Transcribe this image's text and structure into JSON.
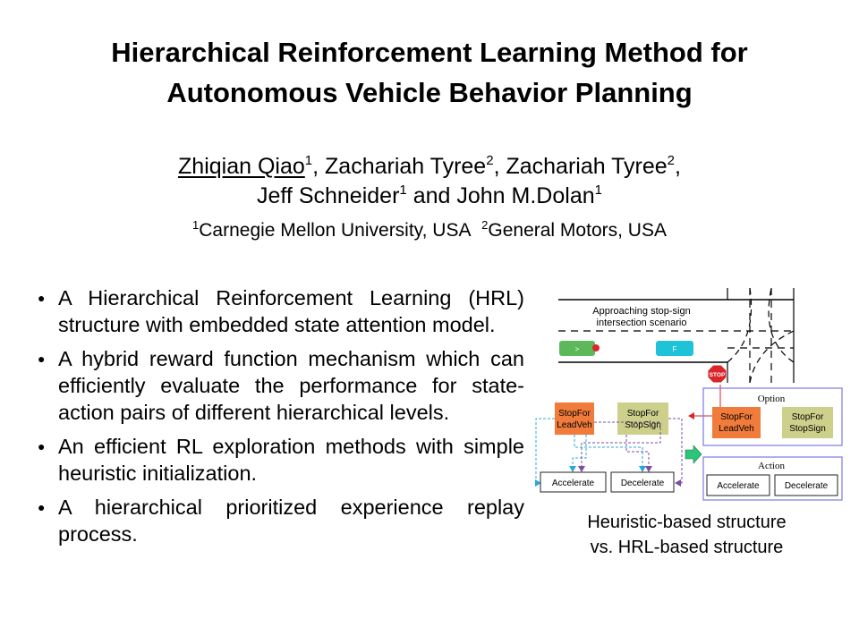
{
  "title": {
    "line1": "Hierarchical Reinforcement Learning Method for",
    "line2": "Autonomous Vehicle Behavior Planning"
  },
  "authors": {
    "a1": "Zhiqian Qiao",
    "a1_sup": "1",
    "a2": "Zachariah Tyree",
    "a2_sup": "2",
    "a3": "Zachariah Tyree",
    "a3_sup": "2",
    "a4": "Jeff Schneider",
    "a4_sup": "1",
    "and": "and",
    "a5": "John M.Dolan",
    "a5_sup": "1"
  },
  "affiliations": {
    "sup1": "1",
    "name1": "Carnegie Mellon University, USA",
    "sup2": "2",
    "name2": "General Motors, USA"
  },
  "bullets": [
    "A Hierarchical Reinforcement Learning (HRL) structure with embedded state attention model.",
    "A hybrid reward function mechanism which can efficiently evaluate the performance for state-action pairs of different hierarchical levels.",
    "An efficient RL exploration methods with simple heuristic initialization.",
    "A hierarchical prioritized experience replay process."
  ],
  "figure": {
    "scenario_line1": "Approaching stop-sign",
    "scenario_line2": "intersection scenario",
    "stop_sign": "STOP",
    "car_label_green": ">",
    "car_label_cyan": "F",
    "heuristic": {
      "opt1_line1": "StopFor",
      "opt1_line2": "LeadVeh",
      "opt2_line1": "StopFor",
      "opt2_line2": "StopSign",
      "act1": "Accelerate",
      "act2": "Decelerate"
    },
    "hrl": {
      "option_label": "Option",
      "opt1_line1": "StopFor",
      "opt1_line2": "LeadVeh",
      "opt2_line1": "StopFor",
      "opt2_line2": "StopSign",
      "action_label": "Action",
      "act1": "Accelerate",
      "act2": "Decelerate"
    },
    "colors": {
      "orange": "#F07B3A",
      "olive": "#CDD08A",
      "green_car": "#5DB85A",
      "cyan_car": "#1FC3D8",
      "stop_red": "#D9262B",
      "frame_blue": "#7B78E6",
      "dash_cyan": "#29A9D9",
      "dash_purple": "#7E4BA7",
      "arrow_green": "#2EC47A"
    }
  },
  "caption": {
    "line1": "Heuristic-based structure",
    "line2": "vs. HRL-based structure"
  }
}
